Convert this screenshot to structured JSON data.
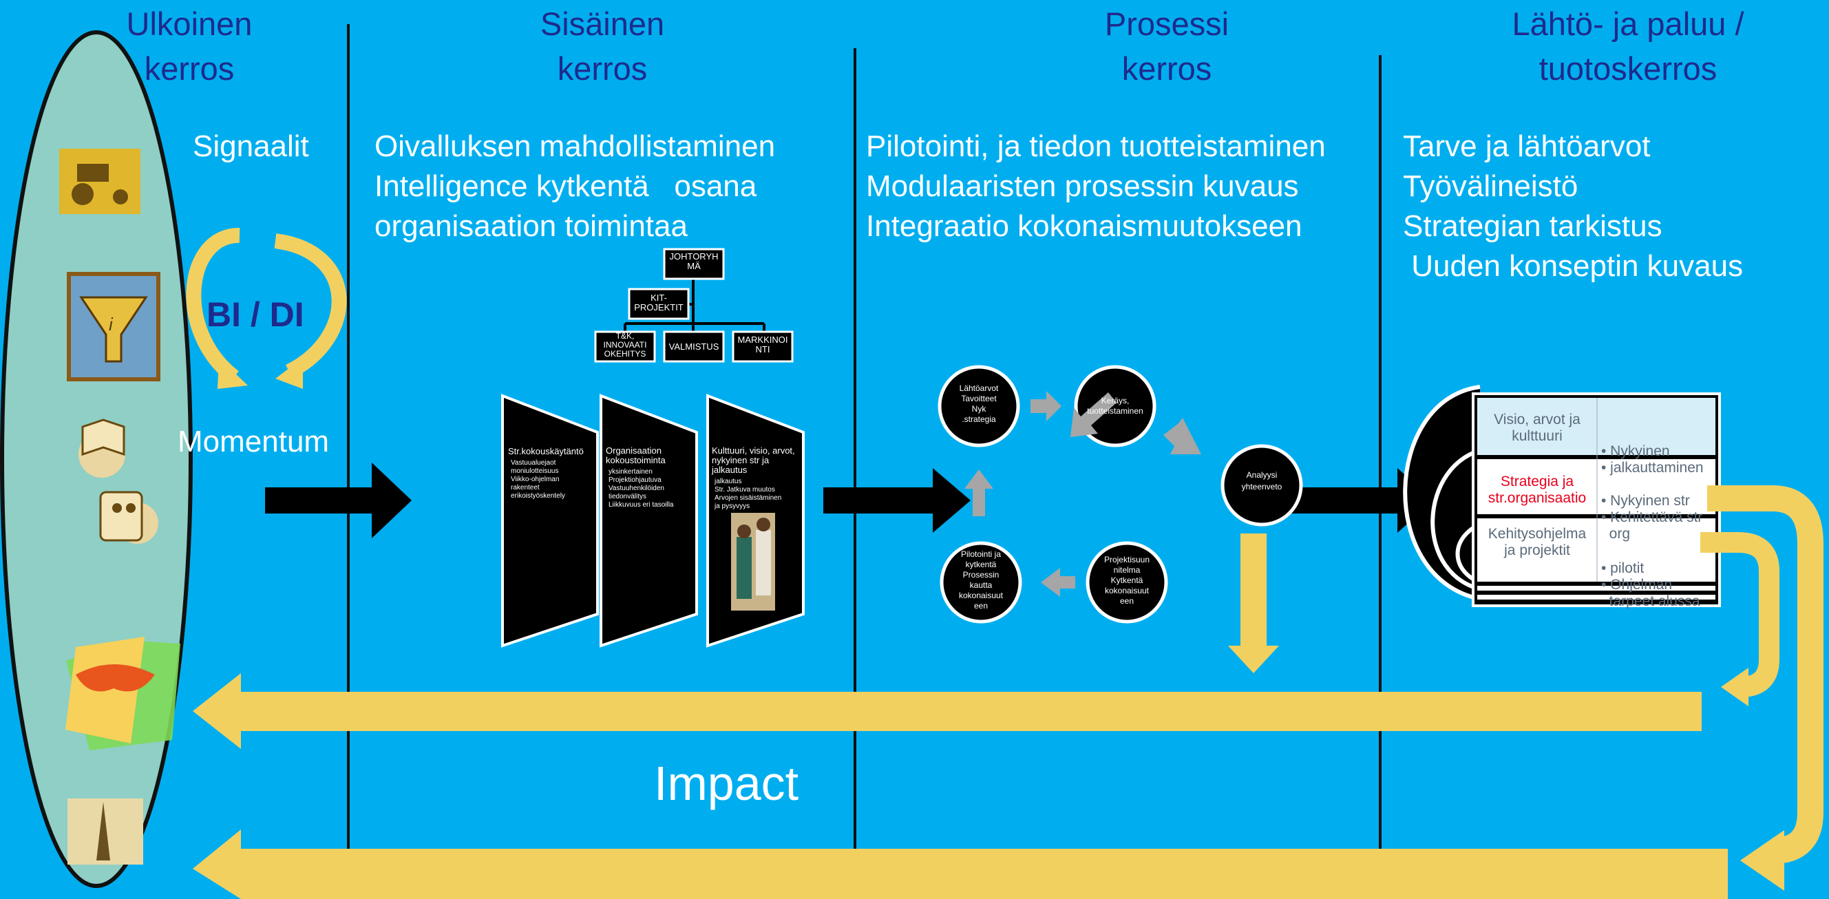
{
  "columns": [
    {
      "title_line1": "Ulkoinen",
      "title_line2": "kerros"
    },
    {
      "title_line1": "Sisäinen",
      "title_line2": "kerros"
    },
    {
      "title_line1": "Prosessi",
      "title_line2": "kerros"
    },
    {
      "title_line1": "Lähtö- ja paluu /",
      "title_line2": "tuotoskerros"
    }
  ],
  "outer": {
    "signals": "Signaalit",
    "bi_di": "BI / DI",
    "momentum": "Momentum"
  },
  "inner": {
    "lines": [
      "Oivalluksen mahdollistaminen",
      "Intelligence kytkentä   osana",
      "organisaation toimintaa"
    ],
    "org": {
      "top": [
        "JOHTORYH",
        "MÄ"
      ],
      "mid": [
        "KIT-",
        "PROJEKTIT"
      ],
      "b1": [
        "T&K,",
        "INNOVAATI",
        "OKEHITYS"
      ],
      "b2": [
        "VALMISTUS"
      ],
      "b3": [
        "MARKKINOI",
        "NTI"
      ]
    },
    "panels": [
      {
        "title": [
          "Str.kokouskäytäntö"
        ],
        "bullets": [
          "Vastuualuejaot",
          "moniulotteisuus",
          "Viikko-ohjelman",
          "rakenteet",
          "erikoistyöskentely"
        ]
      },
      {
        "title": [
          "Organisaation",
          "kokoustoiminta"
        ],
        "bullets": [
          "yksinkertainen",
          "Projektiohjautuva",
          "Vastuuhenkilöiden",
          "tiedonvälitys",
          "Liikkuvuus eri tasoilla"
        ]
      },
      {
        "title": [
          "Kulttuuri, visio, arvot,",
          "nykyinen str ja",
          "jalkautus"
        ],
        "bullets": [
          "jalkautus",
          "Str. Jatkuva muutos",
          "Arvojen sisäistäminen",
          "ja pysyvyys"
        ]
      }
    ]
  },
  "process": {
    "lines": [
      "Pilotointi, ja tiedon tuotteistaminen",
      "Modulaaristen prosessin kuvaus",
      "Integraatio kokonaismuutokseen"
    ],
    "circles": [
      {
        "lines": [
          "Lähtöarvot",
          "Tavoitteet",
          "Nyk",
          ".strategia"
        ]
      },
      {
        "lines": [
          "Keräys,",
          "tuotteistaminen"
        ]
      },
      {
        "lines": [
          "Analyysi",
          "yhteenveto"
        ]
      },
      {
        "lines": [
          "Projektisuun",
          "nitelma",
          "Kytkentä",
          "kokonaisuut",
          "een"
        ]
      },
      {
        "lines": [
          "Pilotointi ja",
          "kytkentä",
          "Prosessin",
          "kautta",
          "kokonaisuut",
          "een"
        ]
      }
    ]
  },
  "output": {
    "lines": [
      "Tarve ja lähtöarvot",
      "Työvälineistö",
      "Strategian tarkistus",
      " Uuden konseptin kuvaus"
    ],
    "rows": [
      {
        "left": [
          "Visio, arvot ja",
          "kulttuuri"
        ],
        "right": [
          "• Nykyinen",
          "• jalkauttaminen"
        ]
      },
      {
        "left": [
          "Strategia ja",
          "str.organisaatio"
        ],
        "right": [
          "• Nykyinen str",
          "• Kehitettävä str",
          "  org"
        ]
      },
      {
        "left": [
          "Kehitysohjelma",
          "ja projektit"
        ],
        "right": [
          "• pilotit",
          "• Ohjelman",
          "  tarpeet alussa"
        ]
      }
    ]
  },
  "impact": "Impact",
  "colors": {
    "background": "#00AEEF",
    "arrow": "#F2D060",
    "header": "#1F2A8C",
    "highlight": "#E8001C"
  }
}
